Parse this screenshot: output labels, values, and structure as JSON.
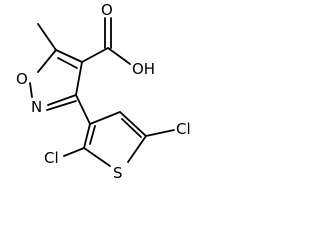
{
  "molecule": {
    "labels": {
      "oxygen_ring": "O",
      "nitrogen_ring": "N",
      "hydroxyl": "OH",
      "oxygen_carbonyl": "O",
      "sulfur": "S",
      "chlorine_left": "Cl",
      "chlorine_right": "Cl"
    }
  }
}
